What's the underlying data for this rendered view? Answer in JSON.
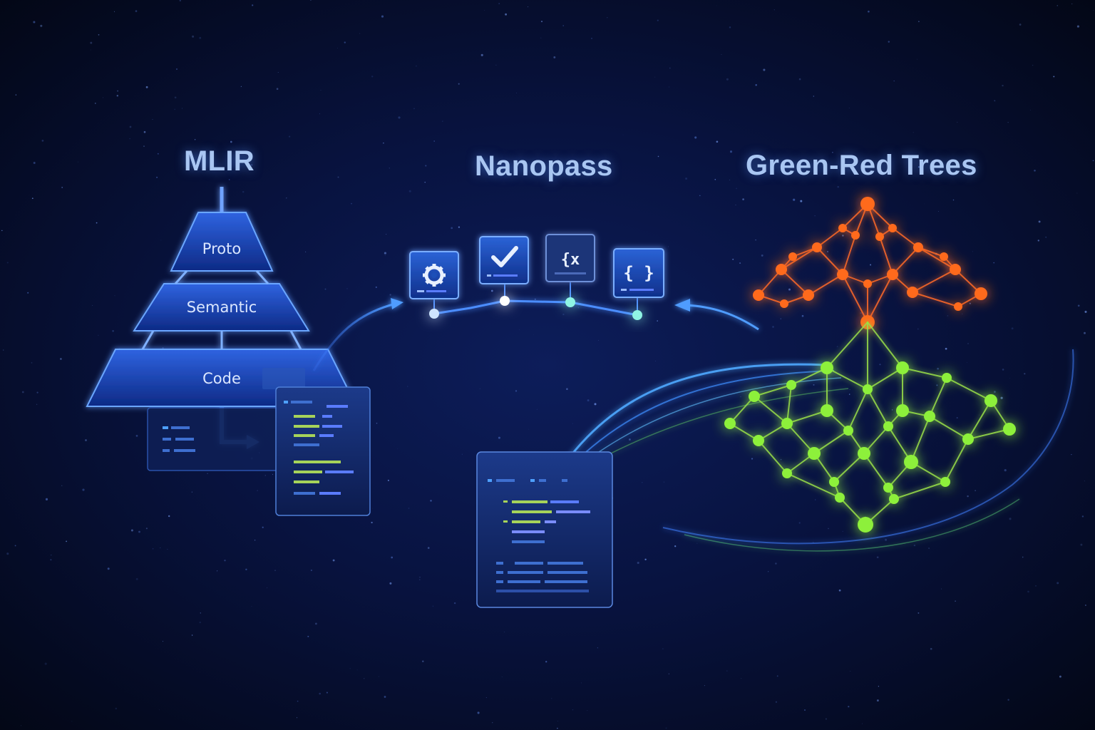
{
  "sections": [
    {
      "title": "MLIR"
    },
    {
      "title": "Nanopass"
    },
    {
      "title": "Green-Red Trees"
    }
  ],
  "mlir_layers": [
    "Proto",
    "Semantic",
    "Code"
  ],
  "nanopass_steps": [
    {
      "icon": "gear-icon"
    },
    {
      "icon": "check-icon"
    },
    {
      "icon": "braces-x-icon",
      "glyph": "{x"
    },
    {
      "icon": "braces-icon",
      "glyph": "{ }"
    }
  ],
  "colors": {
    "accent_blue": "#3d7bff",
    "title_blue": "#a9c6f2",
    "tree_red": "#ff5a1f",
    "tree_green": "#7be82e",
    "node_cyan": "#7ff5e6"
  }
}
